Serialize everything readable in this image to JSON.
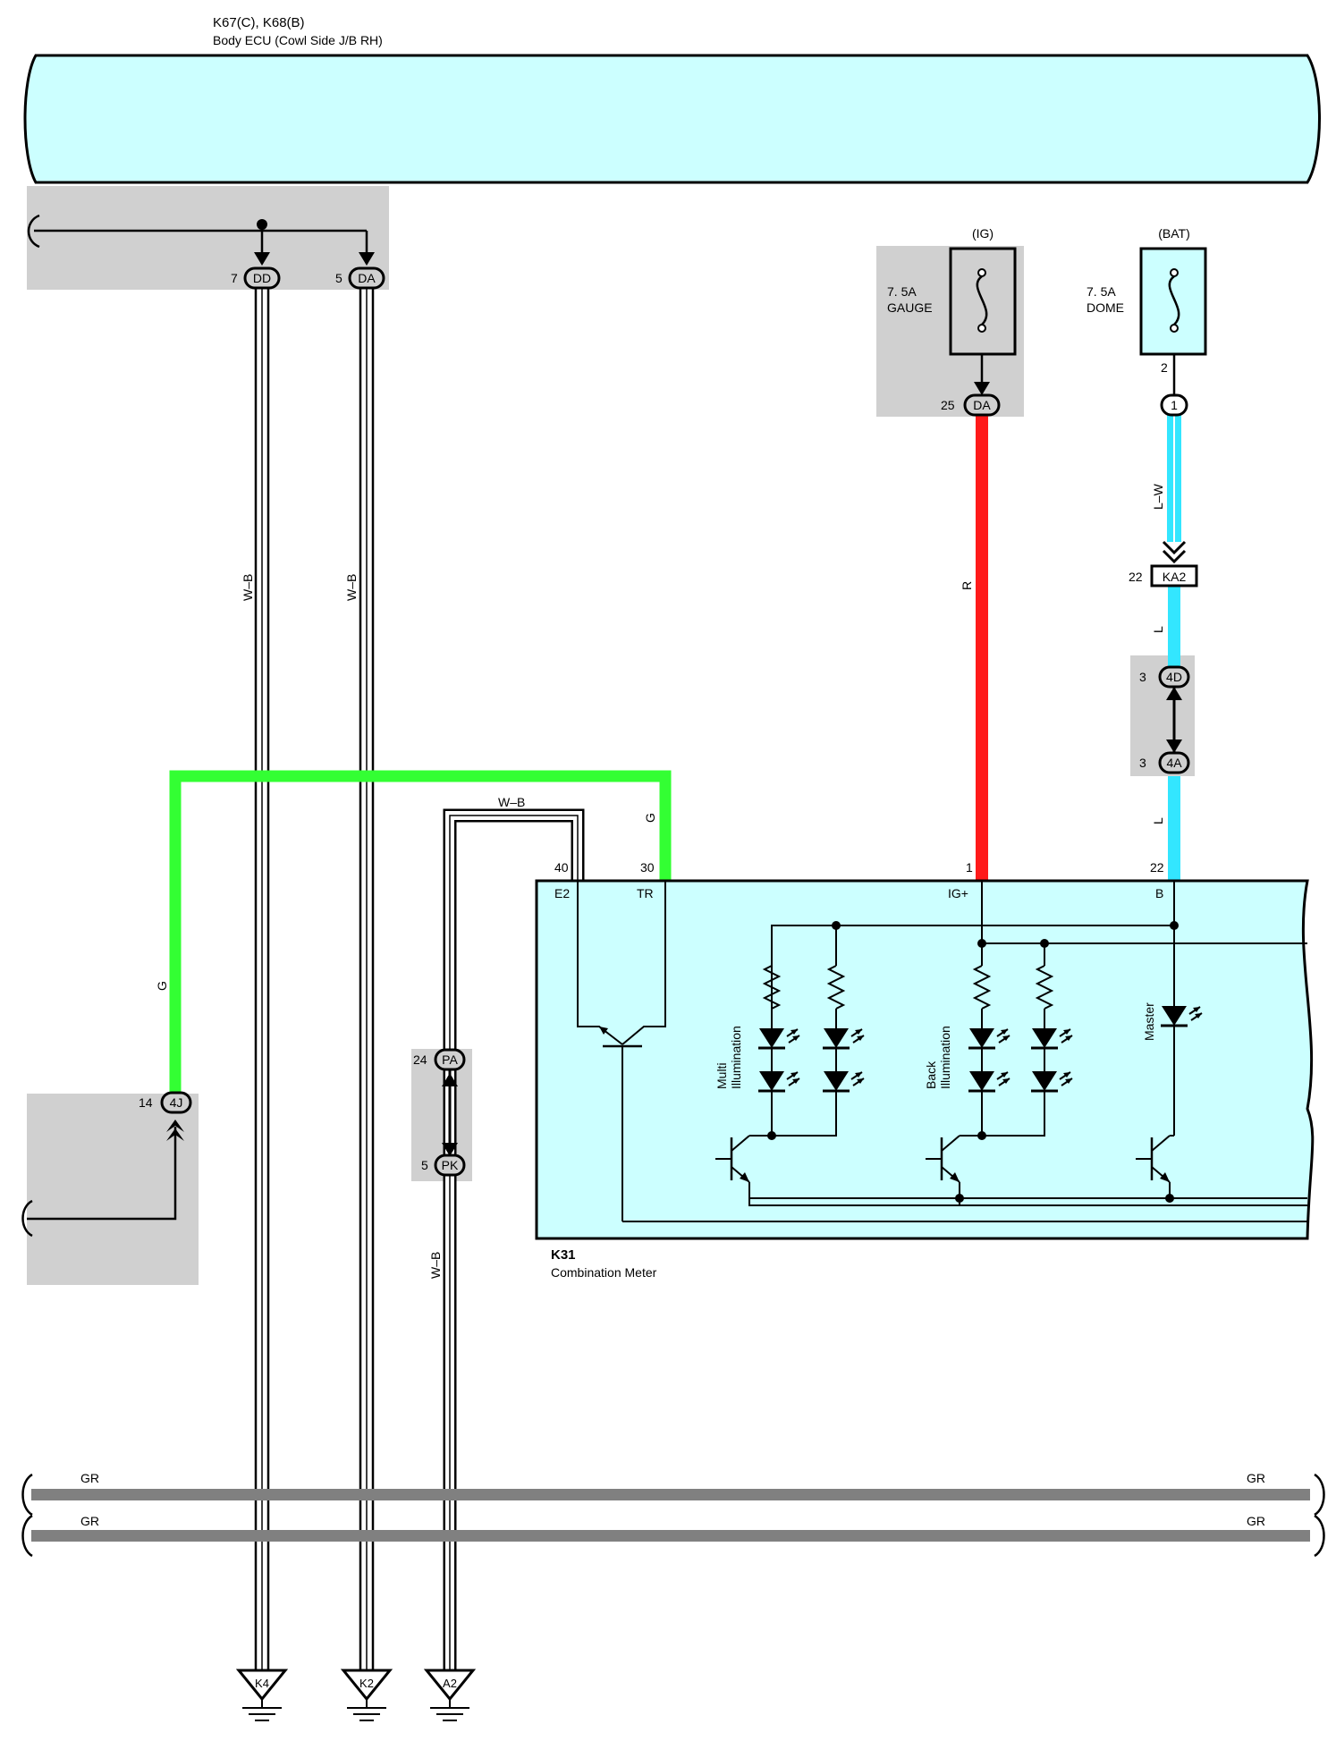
{
  "colors": {
    "component_fill": "#ccffff",
    "shade": "#d0d0d0",
    "wire_green": "#33ff33",
    "wire_red": "#ff1a1a",
    "wire_blue": "#33e6ff",
    "wire_gray": "#808080",
    "outline": "#000000"
  },
  "body_ecu": {
    "code": "K67(C), K68(B)",
    "name": "Body ECU (Cowl Side J/B RH)",
    "conn_dd": {
      "pin": "7",
      "name": "DD"
    },
    "conn_da": {
      "pin": "5",
      "name": "DA"
    }
  },
  "fuse_ig": {
    "supply": "(IG)",
    "rating": "7. 5A",
    "name": "GAUGE",
    "conn": {
      "pin": "25",
      "name": "DA"
    }
  },
  "fuse_bat": {
    "supply": "(BAT)",
    "rating": "7. 5A",
    "name": "DOME",
    "pin": "2",
    "conn": {
      "name": "1"
    }
  },
  "connectors": {
    "ka2": {
      "pin": "22",
      "name": "KA2"
    },
    "c4d": {
      "pin": "3",
      "name": "4D"
    },
    "c4a": {
      "pin": "3",
      "name": "4A"
    },
    "c4j": {
      "pin": "14",
      "name": "4J"
    },
    "pa": {
      "pin": "24",
      "name": "PA"
    },
    "pk": {
      "pin": "5",
      "name": "PK"
    }
  },
  "wires": {
    "wb1": "W–B",
    "wb2": "W–B",
    "wb3": "W–B",
    "wb4": "W–B",
    "g1": "G",
    "g2": "G",
    "r": "R",
    "lw": "L–W",
    "l1": "L",
    "l2": "L",
    "gr1_left": "GR",
    "gr1_right": "GR",
    "gr2_left": "GR",
    "gr2_right": "GR"
  },
  "meter": {
    "code": "K31",
    "name": "Combination Meter",
    "pins": {
      "e2": {
        "num": "40",
        "name": "E2"
      },
      "tr": {
        "num": "30",
        "name": "TR"
      },
      "ig": {
        "num": "1",
        "name": "IG+"
      },
      "b": {
        "num": "22",
        "name": "B"
      }
    },
    "multi_label_1": "Multi",
    "multi_label_2": "Illumination",
    "back_label_1": "Back",
    "back_label_2": "Illumination",
    "master_label": "Master"
  },
  "grounds": [
    "K4",
    "K2",
    "A2"
  ]
}
